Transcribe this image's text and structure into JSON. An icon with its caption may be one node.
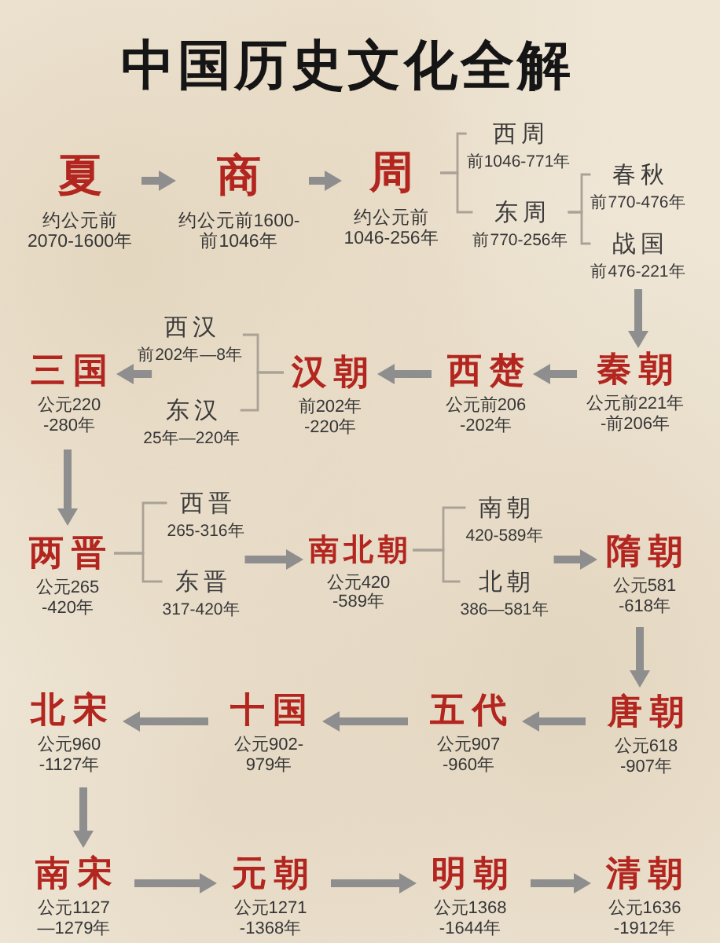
{
  "diagram": {
    "title": "中国历史文化全解",
    "nodes": [
      {
        "text": [
          "夏",
          "约公元前2070-1600年"
        ]
      },
      {
        "text": [
          "商",
          "约公元前1600-前1046年"
        ]
      },
      {
        "text": [
          "周",
          "约公元前1046-256年"
        ]
      },
      {
        "text": [
          "西周",
          "前1046-771年"
        ]
      },
      {
        "text": [
          "东周",
          "前770-256年"
        ]
      },
      {
        "text": [
          "春秋",
          "前770-476年"
        ]
      },
      {
        "text": [
          "战国",
          "前476-221年"
        ]
      },
      {
        "text": [
          "三国",
          "公元220-280年"
        ]
      },
      {
        "text": [
          "西汉",
          "前202年—8年"
        ]
      },
      {
        "text": [
          "东汉",
          "25年—220年"
        ]
      },
      {
        "text": [
          "汉朝",
          "前202年-220年"
        ]
      },
      {
        "text": [
          "西楚",
          "公元前206-202年"
        ]
      },
      {
        "text": [
          "秦朝",
          "公元前221年-前206年"
        ]
      },
      {
        "text": [
          "两晋",
          "公元265-420年"
        ]
      },
      {
        "text": [
          "西晋",
          "265-316年"
        ]
      },
      {
        "text": [
          "东晋",
          "317-420年"
        ]
      },
      {
        "text": [
          "南北朝",
          "公元420-589年"
        ]
      },
      {
        "text": [
          "南朝",
          "420-589年"
        ]
      },
      {
        "text": [
          "北朝",
          "386—581年"
        ]
      },
      {
        "text": [
          "隋朝",
          "公元581-618年"
        ]
      },
      {
        "text": [
          "北宋",
          "公元960-1127年"
        ]
      },
      {
        "text": [
          "十国",
          "公元902-979年"
        ]
      },
      {
        "text": [
          "五代",
          "公元907-960年"
        ]
      },
      {
        "text": [
          "唐朝",
          "公元618-907年"
        ]
      },
      {
        "text": [
          "南宋",
          "公元1127—1279年"
        ]
      },
      {
        "text": [
          "元朝",
          "公元1271-1368年"
        ]
      },
      {
        "text": [
          "明朝",
          "公元1368-1644年"
        ]
      },
      {
        "text": [
          "清朝",
          "公元1636-1912年"
        ]
      }
    ],
    "edges": [
      {
        "from": 0,
        "to": 1,
        "arrow": "to"
      },
      {
        "from": 1,
        "to": 2,
        "arrow": "to"
      },
      {
        "from": 2,
        "to": 3,
        "arrow": "none",
        "color": "#aaa296"
      },
      {
        "from": 2,
        "to": 4,
        "arrow": "none",
        "color": "#aaa296"
      },
      {
        "from": 4,
        "to": 5,
        "arrow": "none",
        "color": "#aaa296"
      },
      {
        "from": 4,
        "to": 6,
        "arrow": "none",
        "color": "#aaa296"
      },
      {
        "from": 6,
        "to": 12,
        "arrow": "to"
      },
      {
        "from": 12,
        "to": 11,
        "arrow": "to"
      },
      {
        "from": 11,
        "to": 10,
        "arrow": "to"
      },
      {
        "from": 10,
        "to": 8,
        "arrow": "none",
        "color": "#aaa296"
      },
      {
        "from": 10,
        "to": 9,
        "arrow": "none",
        "color": "#aaa296"
      },
      {
        "from": 8,
        "to": 7,
        "arrow": "to"
      },
      {
        "from": 7,
        "to": 13,
        "arrow": "to"
      },
      {
        "from": 13,
        "to": 14,
        "arrow": "none",
        "color": "#aaa296"
      },
      {
        "from": 13,
        "to": 15,
        "arrow": "none",
        "color": "#aaa296"
      },
      {
        "from": 15,
        "to": 16,
        "arrow": "to"
      },
      {
        "from": 16,
        "to": 17,
        "arrow": "none",
        "color": "#aaa296"
      },
      {
        "from": 16,
        "to": 18,
        "arrow": "none",
        "color": "#aaa296"
      },
      {
        "from": 18,
        "to": 19,
        "arrow": "to"
      },
      {
        "from": 19,
        "to": 23,
        "arrow": "to"
      },
      {
        "from": 23,
        "to": 22,
        "arrow": "to"
      },
      {
        "from": 22,
        "to": 21,
        "arrow": "to"
      },
      {
        "from": 21,
        "to": 20,
        "arrow": "to"
      },
      {
        "from": 20,
        "to": 24,
        "arrow": "to"
      },
      {
        "from": 24,
        "to": 25,
        "arrow": "to"
      },
      {
        "from": 25,
        "to": 26,
        "arrow": "to"
      },
      {
        "from": 26,
        "to": 27,
        "arrow": "to"
      }
    ]
  }
}
